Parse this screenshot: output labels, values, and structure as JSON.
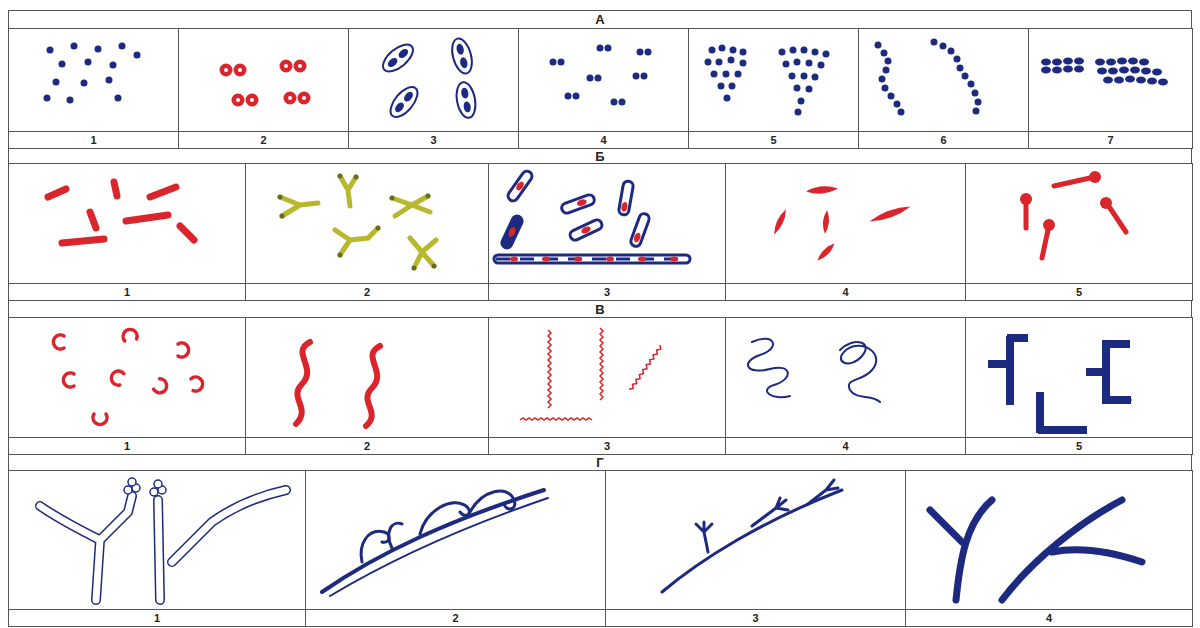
{
  "diagram": {
    "nodes": [
      {
        "text": [
          "А"
        ]
      },
      {
        "text": [
          "1"
        ]
      },
      {
        "text": [
          "2"
        ]
      },
      {
        "text": [
          "3"
        ]
      },
      {
        "text": [
          "4"
        ]
      },
      {
        "text": [
          "5"
        ]
      },
      {
        "text": [
          "6"
        ]
      },
      {
        "text": [
          "7"
        ]
      },
      {
        "text": [
          "Б"
        ]
      },
      {
        "text": [
          "1"
        ]
      },
      {
        "text": [
          "2"
        ]
      },
      {
        "text": [
          "3"
        ]
      },
      {
        "text": [
          "4"
        ]
      },
      {
        "text": [
          "5"
        ]
      },
      {
        "text": [
          "В"
        ]
      },
      {
        "text": [
          "1"
        ]
      },
      {
        "text": [
          "2"
        ]
      },
      {
        "text": [
          "3"
        ]
      },
      {
        "text": [
          "4"
        ]
      },
      {
        "text": [
          "5"
        ]
      },
      {
        "text": [
          "Г"
        ]
      },
      {
        "text": [
          "1"
        ]
      },
      {
        "text": [
          "2"
        ]
      },
      {
        "text": [
          "3"
        ]
      },
      {
        "text": [
          "4"
        ]
      }
    ]
  }
}
